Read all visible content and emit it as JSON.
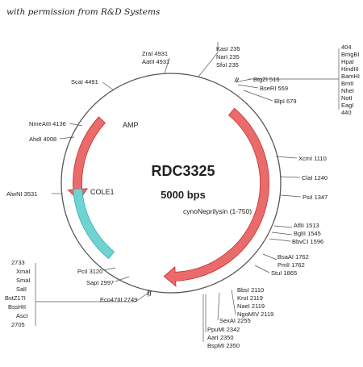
{
  "credit": "with permission from R&D Systems",
  "plasmid": {
    "name": "RDC3325",
    "size_label": "5000 bps",
    "total_bp": 5000
  },
  "features": [
    {
      "name": "AMP",
      "start": 4340,
      "end": 3600,
      "direction": "ccw",
      "color": "#e96b6b"
    },
    {
      "name": "cynoNeprilysin (1-750)",
      "start": 560,
      "end": 2560,
      "direction": "cw",
      "color": "#e96b6b"
    },
    {
      "name": "COLE1",
      "start": 3700,
      "end": 3050,
      "direction": "none",
      "color": "#6fd3d1"
    }
  ],
  "sites": [
    {
      "label": "KasI 235"
    },
    {
      "label": "NarI 235"
    },
    {
      "label": "SfoI 235"
    },
    {
      "label": "BtgZI 516"
    },
    {
      "label": "BseRI 559"
    },
    {
      "label": "BlpI 679"
    },
    {
      "label": "XcmI 1110"
    },
    {
      "label": "ClaI 1240"
    },
    {
      "label": "PsiI 1347"
    },
    {
      "label": "AflII 1513"
    },
    {
      "label": "BglII 1545"
    },
    {
      "label": "BbvCI 1596"
    },
    {
      "label": "BsaAI 1762"
    },
    {
      "label": "PmlI 1762"
    },
    {
      "label": "StuI 1865"
    },
    {
      "label": "BbsI 2110"
    },
    {
      "label": "KroI 2119"
    },
    {
      "label": "NaeI 2119"
    },
    {
      "label": "NgoMIV 2119"
    },
    {
      "label": "SexAI 2255"
    },
    {
      "label": "PpuMI 2342"
    },
    {
      "label": "AarI 2350"
    },
    {
      "label": "BspMI 2350"
    },
    {
      "label": "Eco47III 2749"
    },
    {
      "label": "SapI 2997"
    },
    {
      "label": "PciI 3120"
    },
    {
      "label": "AlwNI 3531"
    },
    {
      "label": "AhdI 4008"
    },
    {
      "label": "NmeAIII 4136"
    },
    {
      "label": "ScaI 4491"
    },
    {
      "label": "ZraI 4931"
    },
    {
      "label": "AatII 4931"
    }
  ],
  "group_right": {
    "top": "404",
    "items": [
      "BmgBI",
      "HpaI",
      "HindIII",
      "BamHI",
      "BmtI",
      "NheI",
      "NotI",
      "EagI"
    ],
    "bottom": "440"
  },
  "group_left": {
    "top": "2733",
    "items": [
      "XmaI",
      "SmaI",
      "SalI",
      "BstZ17I",
      "BssHII",
      "AscI"
    ],
    "bottom": "2705"
  }
}
